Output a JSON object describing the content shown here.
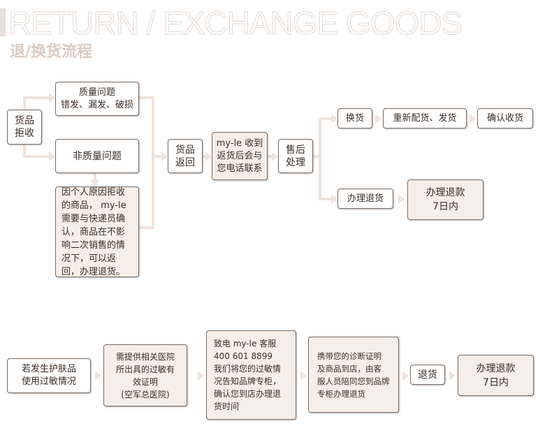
{
  "header": {
    "title_en": "RETURN / EXCHANGE GOODS",
    "title_cn": "退/换货流程"
  },
  "flow1": {
    "reject": "货品\n拒收",
    "quality": "质量问题\n错发、漏发、破损",
    "non_quality": "非质量问题",
    "personal": "因个人原因拒收的商品， my-le 需要与快递员确认，商品在不影响二次销售的情况下，可以返回，办理退货。",
    "returned": "货品\n返回",
    "contact": "my-le 收到\n返货后会与\n您电话联系",
    "after_sale": "售后\n处理",
    "exchange": "换货",
    "reship": "重新配货、发货",
    "confirm": "确认收货",
    "return": "办理退货",
    "refund": "办理退款\n7日内"
  },
  "flow2": {
    "allergy": "若发生护肤品\n使用过敏情况",
    "proof": "需提供相关医院\n所出具的过敏有\n效证明\n(空军总医院)",
    "call": "致电  my-le 客服\n400 601 8899\n我们将您的过敏情\n况告知品牌专柜，\n确认您到店办理退\n货时间",
    "bring": "携带您的诊断证明\n及商品到店，由客\n服人员陪同您到品牌\n专柜办理退货",
    "return": "退货",
    "refund": "办理退款\n7日内"
  }
}
